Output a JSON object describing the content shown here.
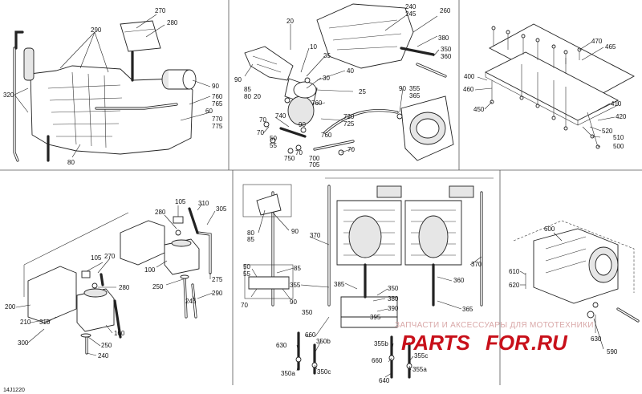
{
  "labels": {
    "p1": [
      "270",
      "290",
      "280",
      "320",
      "90",
      "760",
      "765",
      "60",
      "770",
      "775",
      "80"
    ],
    "p2": [
      "240",
      "245",
      "260",
      "380",
      "20",
      "10",
      "35",
      "350",
      "360",
      "40",
      "30",
      "90",
      "85",
      "80",
      "20",
      "25",
      "355",
      "365",
      "90",
      "760",
      "720",
      "725",
      "70",
      "740",
      "70",
      "90",
      "55",
      "50",
      "750",
      "70",
      "760",
      "700",
      "705",
      "70"
    ],
    "p3": [
      "470",
      "465",
      "400",
      "460",
      "450",
      "410",
      "420",
      "520",
      "510",
      "500"
    ],
    "p4": [
      "105",
      "310",
      "280",
      "305",
      "270",
      "105",
      "100",
      "250",
      "275",
      "280",
      "245",
      "290",
      "200",
      "210",
      "310",
      "300",
      "100",
      "250",
      "240"
    ],
    "p5": [
      "90",
      "80",
      "85",
      "370",
      "85",
      "50",
      "55",
      "70",
      "90",
      "355",
      "385",
      "350",
      "360",
      "370",
      "380",
      "390",
      "395",
      "365",
      "350",
      "660",
      "630",
      "350b",
      "350a",
      "350c",
      "355b",
      "355c",
      "660",
      "640",
      "355a"
    ],
    "p6": [
      "600",
      "610",
      "620",
      "630",
      "590"
    ]
  },
  "footer": {
    "code": "14J1220"
  },
  "watermark": {
    "caption": "ЗАПЧАСТИ И АКСЕССУАРЫ ДЛЯ МОТОТЕХНИКИ",
    "logo_a": "PARTS",
    "logo_b": "FOR",
    "logo_c": ".RU",
    "color": "#c8101a"
  }
}
